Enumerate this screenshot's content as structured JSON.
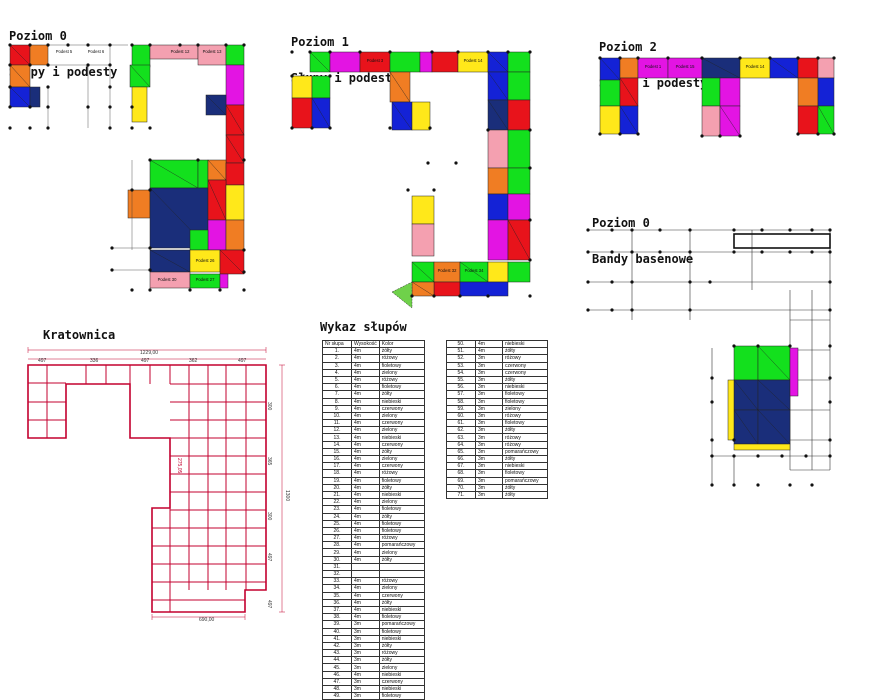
{
  "titles": {
    "lvl0_line1": "Poziom 0",
    "lvl0_line2": "Słupy i podesty",
    "lvl1_line1": "Poziom 1",
    "lvl1_line2": "Słupy i podesty",
    "lvl2_line1": "Poziom 2",
    "lvl2_line2": "Słupy i podesty",
    "bandy_line1": "Poziom 0",
    "bandy_line2": "Bandy basenowe",
    "truss": "Kratownica",
    "table": "Wykaz słupów"
  },
  "colors": {
    "red": "#e8131b",
    "pink": "#f4a0b0",
    "yellow": "#ffe81a",
    "green": "#13e01d",
    "orange": "#f07d23",
    "purple": "#e314e3",
    "navy": "#1a2e7a",
    "blue": "#1422d6",
    "grid": "#222222",
    "truss": "#c3002f"
  },
  "truss_dims": {
    "total_width": "1229,00",
    "top_1": "497",
    "top_2": "336",
    "top_3": "497",
    "top_4": "362",
    "top_5": "497",
    "right_1": "300",
    "right_2": "365",
    "right_3": "300",
    "right_4": "497",
    "right_5": "497",
    "right_total": "1300",
    "inner": "275,05",
    "bottom": "690,00"
  },
  "table": {
    "headers": [
      "Nr słupa",
      "Wysokość",
      "Kolor"
    ],
    "left_rows": [
      [
        "1.",
        "4m",
        "żółty"
      ],
      [
        "2.",
        "4m",
        "różowy"
      ],
      [
        "3.",
        "4m",
        "fioletowy"
      ],
      [
        "4.",
        "4m",
        "zielony"
      ],
      [
        "5.",
        "4m",
        "różowy"
      ],
      [
        "6.",
        "4m",
        "fioletowy"
      ],
      [
        "7.",
        "4m",
        "żółty"
      ],
      [
        "8.",
        "4m",
        "niebieski"
      ],
      [
        "9.",
        "4m",
        "czerwony"
      ],
      [
        "10.",
        "4m",
        "zielony"
      ],
      [
        "11.",
        "4m",
        "czerwony"
      ],
      [
        "12.",
        "4m",
        "zielony"
      ],
      [
        "13.",
        "4m",
        "niebieski"
      ],
      [
        "14.",
        "4m",
        "czerwony"
      ],
      [
        "15.",
        "4m",
        "żółty"
      ],
      [
        "16.",
        "4m",
        "zielony"
      ],
      [
        "17.",
        "4m",
        "czerwony"
      ],
      [
        "18.",
        "4m",
        "różowy"
      ],
      [
        "19.",
        "4m",
        "fioletowy"
      ],
      [
        "20.",
        "4m",
        "żółty"
      ],
      [
        "21.",
        "4m",
        "niebieski"
      ],
      [
        "22.",
        "4m",
        "zielony"
      ],
      [
        "23.",
        "4m",
        "fioletowy"
      ],
      [
        "24.",
        "4m",
        "żółty"
      ],
      [
        "25.",
        "4m",
        "fioletowy"
      ],
      [
        "26.",
        "4m",
        "fioletowy"
      ],
      [
        "27.",
        "4m",
        "różowy"
      ],
      [
        "28.",
        "4m",
        "pomarańczowy"
      ],
      [
        "29.",
        "4m",
        "zielony"
      ],
      [
        "30.",
        "4m",
        "żółty"
      ],
      [
        "31.",
        "",
        ""
      ],
      [
        "32.",
        "",
        ""
      ],
      [
        "33.",
        "4m",
        "różowy"
      ],
      [
        "34.",
        "4m",
        "zielony"
      ],
      [
        "35.",
        "4m",
        "czerwony"
      ],
      [
        "36.",
        "4m",
        "żółty"
      ],
      [
        "37.",
        "4m",
        "niebieski"
      ],
      [
        "38.",
        "4m",
        "fioletowy"
      ],
      [
        "39.",
        "3m",
        "pomarańczowy"
      ],
      [
        "40.",
        "3m",
        "fioletowy"
      ],
      [
        "41.",
        "3m",
        "niebieski"
      ],
      [
        "42.",
        "3m",
        "żółty"
      ],
      [
        "43.",
        "3m",
        "różowy"
      ],
      [
        "44.",
        "3m",
        "żółty"
      ],
      [
        "45.",
        "3m",
        "zielony"
      ],
      [
        "46.",
        "4m",
        "niebieski"
      ],
      [
        "47.",
        "3m",
        "czerwony"
      ],
      [
        "48.",
        "3m",
        "niebieski"
      ],
      [
        "49.",
        "3m",
        "fioletowy"
      ]
    ],
    "right_rows": [
      [
        "50.",
        "4m",
        "niebieski"
      ],
      [
        "51.",
        "4m",
        "żółty"
      ],
      [
        "52.",
        "3m",
        "różowy"
      ],
      [
        "53.",
        "3m",
        "czerwony"
      ],
      [
        "54.",
        "3m",
        "czerwony"
      ],
      [
        "55.",
        "3m",
        "żółty"
      ],
      [
        "56.",
        "3m",
        "niebieski"
      ],
      [
        "57.",
        "3m",
        "fioletowy"
      ],
      [
        "58.",
        "3m",
        "fioletowy"
      ],
      [
        "59.",
        "3m",
        "zielony"
      ],
      [
        "60.",
        "3m",
        "różowy"
      ],
      [
        "61.",
        "3m",
        "fioletowy"
      ],
      [
        "62.",
        "3m",
        "żółty"
      ],
      [
        "63.",
        "3m",
        "różowy"
      ],
      [
        "64.",
        "3m",
        "różowy"
      ],
      [
        "65.",
        "3m",
        "pomarańczowy"
      ],
      [
        "66.",
        "3m",
        "żółty"
      ],
      [
        "67.",
        "3m",
        "niebieski"
      ],
      [
        "68.",
        "3m",
        "fioletowy"
      ],
      [
        "69.",
        "3m",
        "pomarańczowy"
      ],
      [
        "70.",
        "3m",
        "żółty"
      ],
      [
        "71.",
        "3m",
        "żółty"
      ]
    ]
  },
  "platforms": {
    "lvl0": [
      "Podest 5",
      "Podest 6",
      "Podest 12",
      "Podest 13",
      "Podest 30",
      "Podest 27",
      "Podest 26"
    ],
    "lvl1": [
      "Podest 3",
      "Podest 14",
      "Podest 32",
      "Podest 34"
    ],
    "lvl2": [
      "Podest 1",
      "Podest 14",
      "Podest 15"
    ]
  }
}
